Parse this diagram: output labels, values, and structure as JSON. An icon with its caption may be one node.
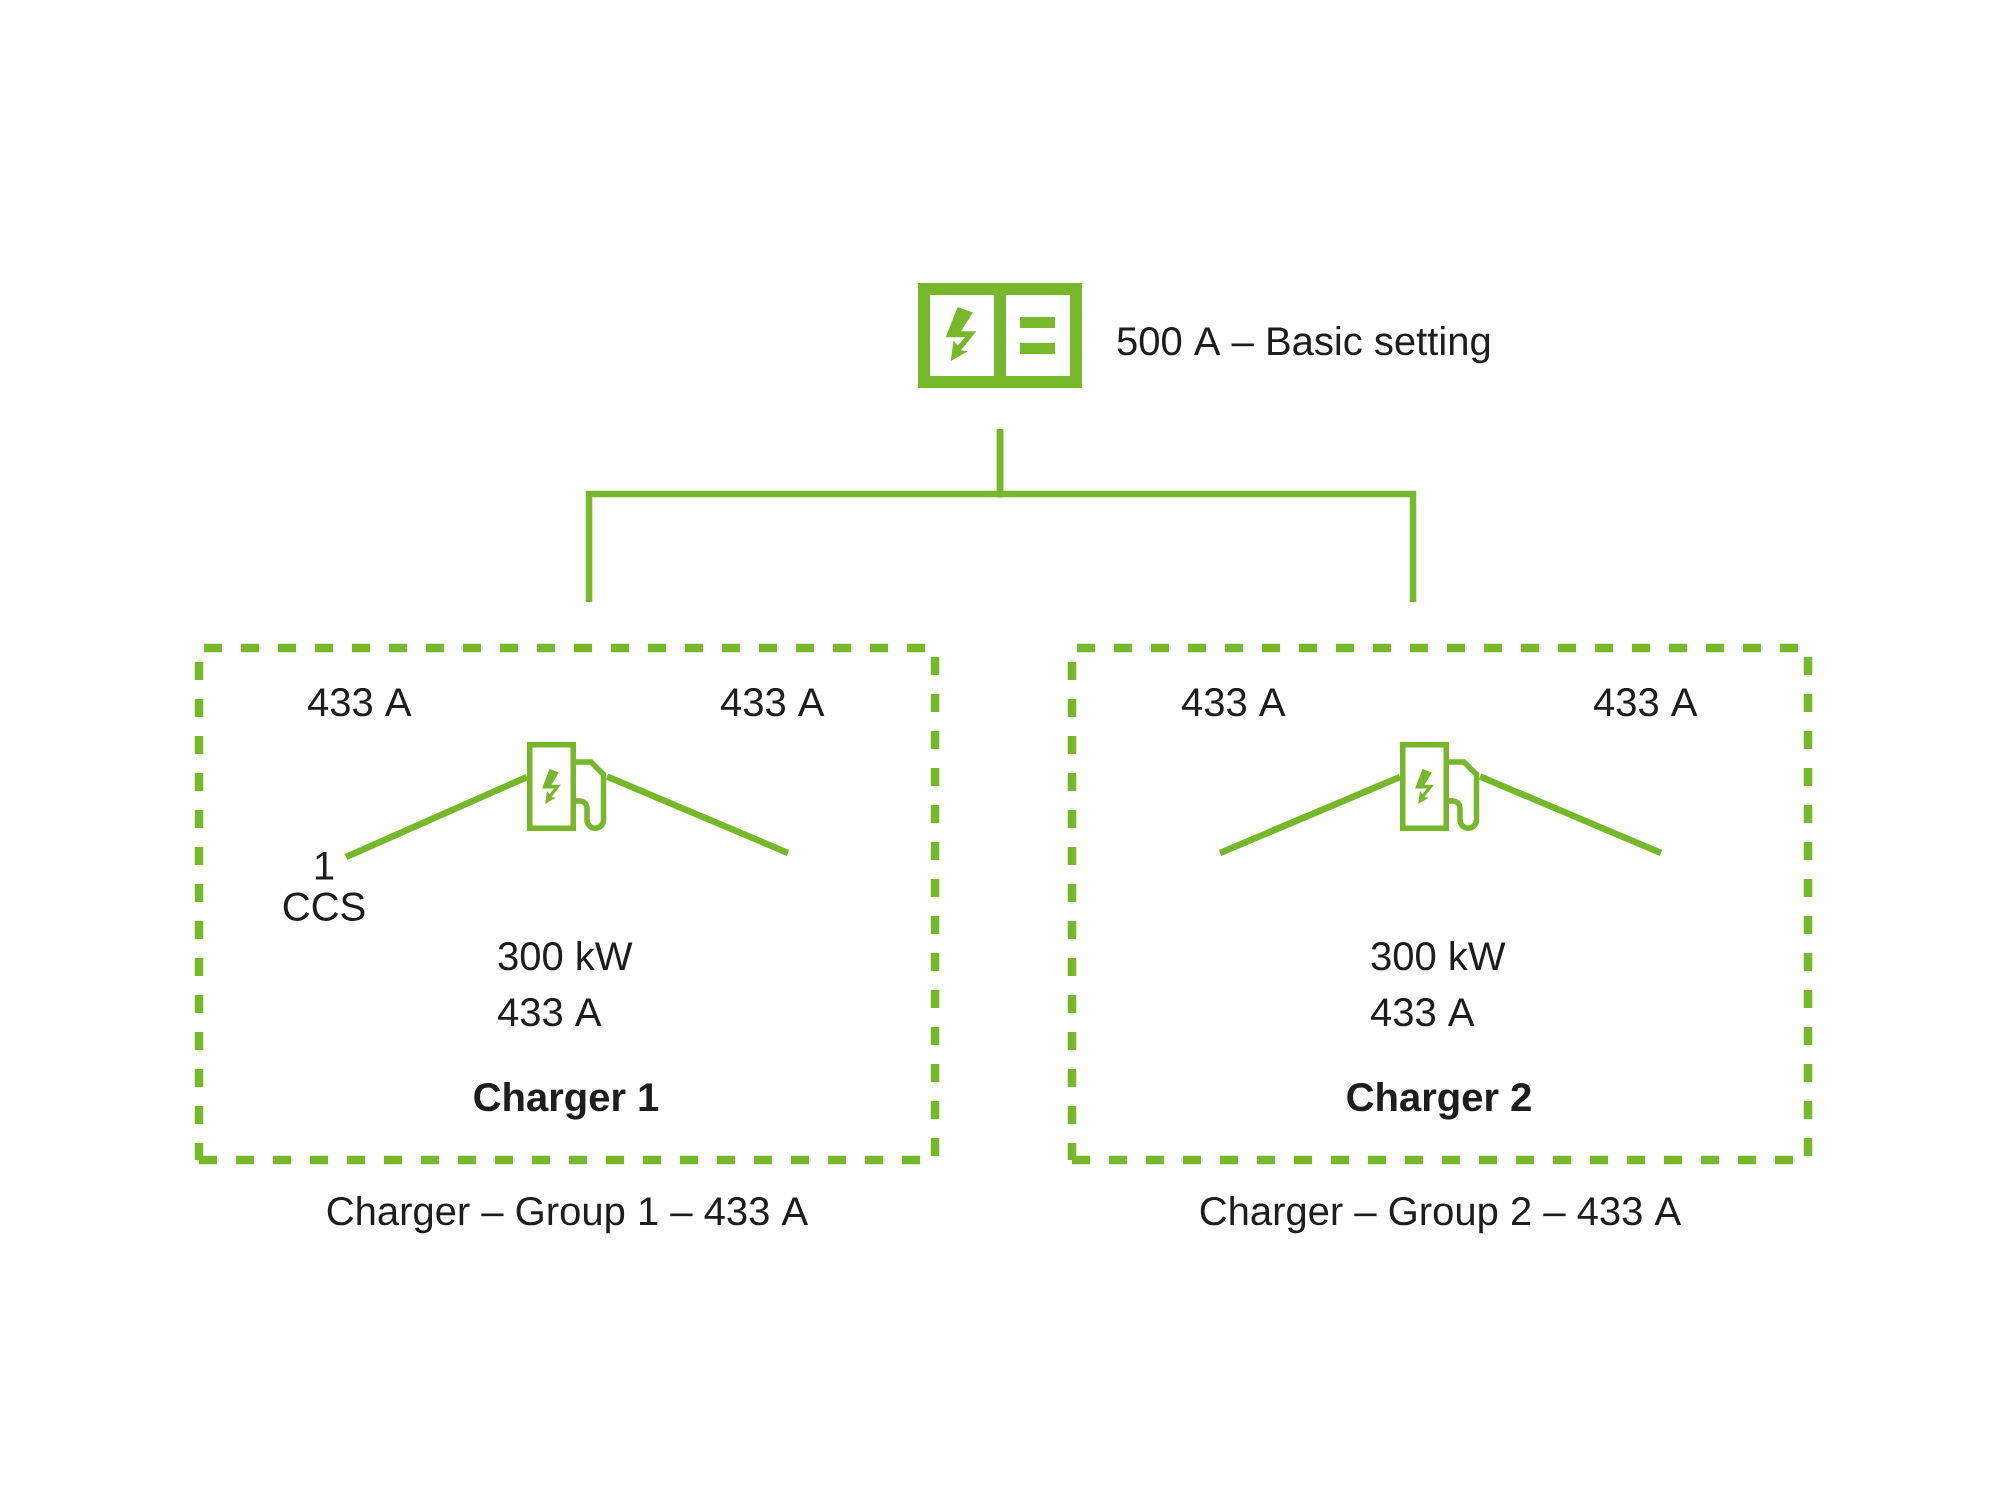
{
  "diagram": {
    "nodes": [
      {
        "text": [],
        "shape": "picture",
        "beside": [
          "500 A – Basic setting"
        ]
      },
      {
        "text": [
          "Charger – Group 1 – 433 A"
        ]
      },
      {
        "text": [],
        "shape": "picture",
        "in": 1,
        "beside": [
          "300 kW",
          "433 A",
          "Charger 1"
        ]
      },
      {
        "text": [
          "1 CCS"
        ],
        "in": 1
      },
      {
        "text": [
          "Charger – Group 2 – 433 A"
        ]
      },
      {
        "text": [],
        "shape": "picture",
        "in": 4,
        "beside": [
          "300 kW",
          "433 A",
          "Charger 2"
        ]
      }
    ],
    "edges": [
      {
        "from": 0,
        "to": 1,
        "arrow": "none"
      },
      {
        "from": 0,
        "to": 4,
        "arrow": "none"
      },
      {
        "from": 2,
        "to": 3,
        "arrow": "none",
        "label": "433 A"
      },
      {
        "from": 2,
        "to": null,
        "arrow": "none",
        "label": "433 A"
      },
      {
        "from": 5,
        "to": null,
        "arrow": "none",
        "label": "433 A"
      },
      {
        "from": 5,
        "to": null,
        "arrow": "none",
        "label": "433 A"
      }
    ]
  }
}
